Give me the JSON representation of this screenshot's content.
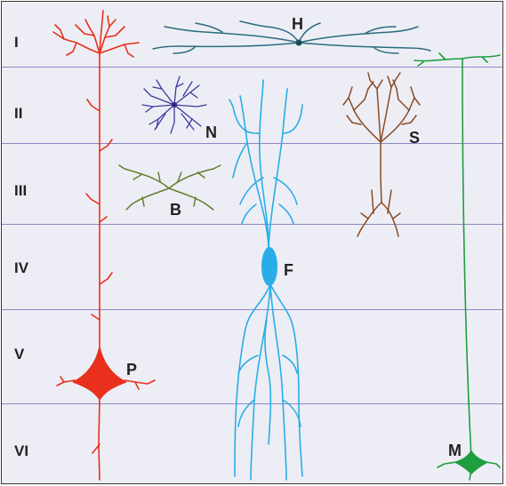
{
  "layers": [
    "I",
    "II",
    "III",
    "IV",
    "V",
    "VI"
  ],
  "cells": [
    {
      "letter": "P"
    },
    {
      "letter": "H"
    },
    {
      "letter": "N"
    },
    {
      "letter": "B"
    },
    {
      "letter": "F"
    },
    {
      "letter": "S"
    },
    {
      "letter": "M"
    }
  ],
  "colors": {
    "background": "#edeef5",
    "layer_line": "#8e86c2",
    "pyramidal": "#e8301c",
    "horizontal": "#2c6b7f",
    "neurogliaform": "#3d3aa0",
    "bipolar": "#667d2f",
    "fusiform": "#27aee8",
    "stellate": "#8b4a22",
    "martinotti": "#1e9e3e"
  }
}
